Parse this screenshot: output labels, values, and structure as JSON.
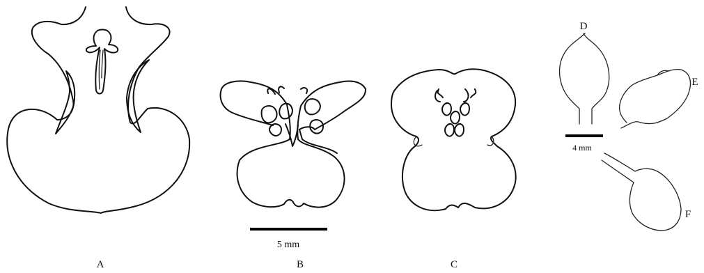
{
  "panels": {
    "a": {
      "label": "A"
    },
    "b": {
      "label": "B"
    },
    "c": {
      "label": "C"
    },
    "d": {
      "label": "D"
    },
    "e": {
      "label": "E"
    },
    "f": {
      "label": "F"
    }
  },
  "scale_bars": {
    "main": {
      "text": "5 mm"
    },
    "small": {
      "text": "4 mm"
    }
  },
  "colors": {
    "line": "#111111",
    "background": "#ffffff"
  }
}
